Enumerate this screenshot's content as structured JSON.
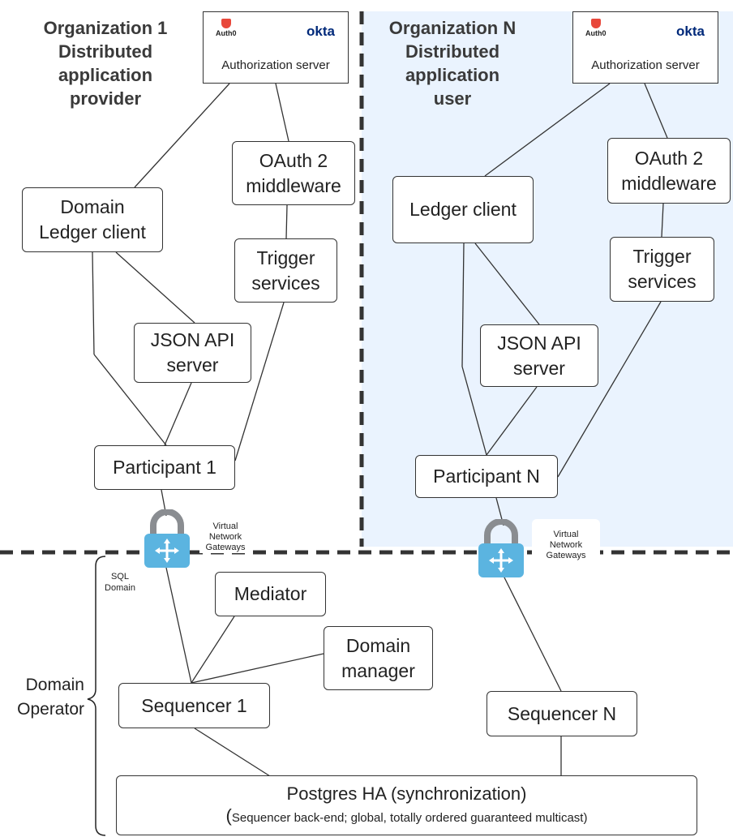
{
  "org1": {
    "title": "Organization 1\nDistributed\napplication\nprovider"
  },
  "orgN": {
    "title": "Organization N\nDistributed\napplication\nuser"
  },
  "auth_server_label": "Authorization server",
  "auth0_label": "Auth0",
  "okta_label": "okta",
  "nodes": {
    "domain_ledger_client": "Domain\nLedger client",
    "oauth1": "OAuth 2\nmiddleware",
    "trigger1": "Trigger\nservices",
    "json1": "JSON API\nserver",
    "participant1": "Participant 1",
    "ledger_client_n": "Ledger client",
    "oauthN": "OAuth 2\nmiddleware",
    "triggerN": "Trigger\nservices",
    "jsonN": "JSON API\nserver",
    "participantN": "Participant N",
    "mediator": "Mediator",
    "domain_manager": "Domain\nmanager",
    "sequencer1": "Sequencer 1",
    "sequencerN": "Sequencer N",
    "postgres_title": "Postgres HA (synchronization)",
    "postgres_sub_paren": "(",
    "postgres_sub": "Sequencer back-end; global, totally ordered guaranteed multicast)"
  },
  "vng_label": "Virtual\nNetwork\nGateways",
  "sql_domain": "SQL\nDomain",
  "domain_operator": "Domain\nOperator",
  "colors": {
    "orgN_bg": "#eaf3fe",
    "divider": "#333333",
    "gateway": "#5bb4e0",
    "lock": "#8a8d91"
  }
}
